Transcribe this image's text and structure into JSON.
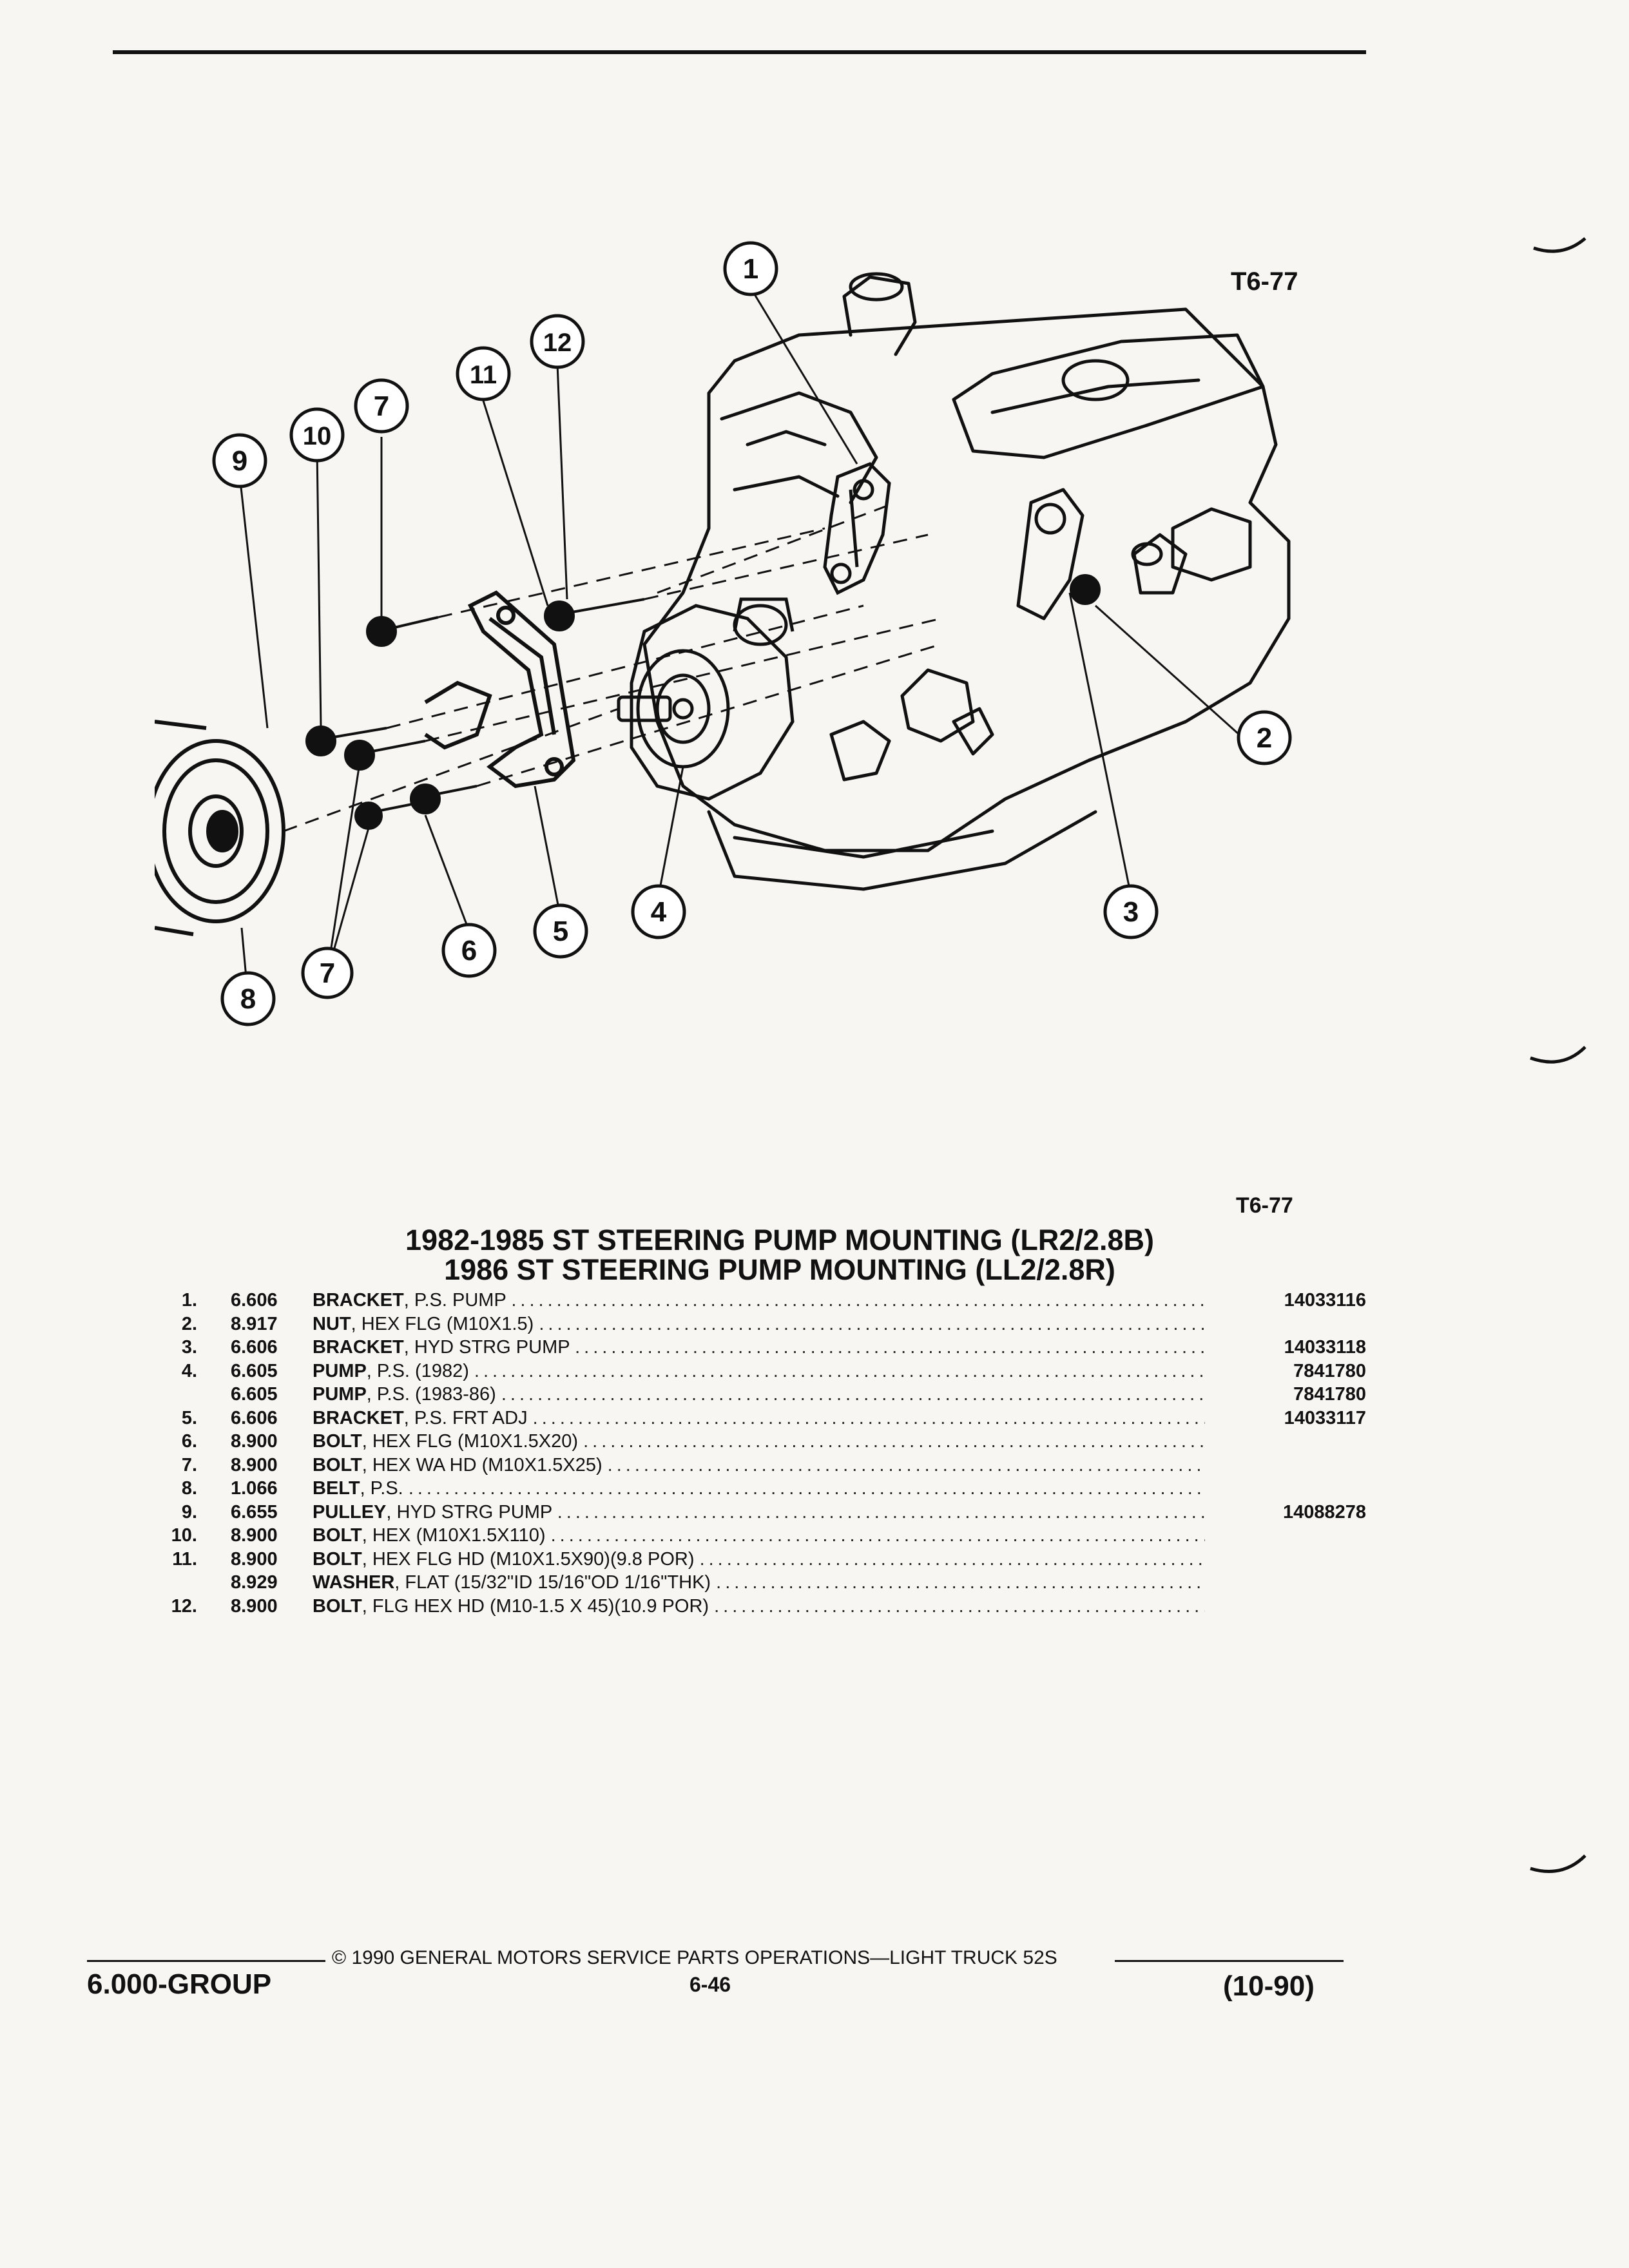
{
  "figure_code": "T6-77",
  "figure_code_caption": "T6-77",
  "title_line1": "1982-1985 ST STEERING PUMP MOUNTING (LR2/2.8B)",
  "title_line2": "1986 ST STEERING PUMP MOUNTING (LL2/2.8R)",
  "callouts": [
    "1",
    "2",
    "3",
    "4",
    "5",
    "6",
    "7",
    "7",
    "8",
    "9",
    "10",
    "11",
    "12"
  ],
  "parts": [
    {
      "no": "1.",
      "group": "6.606",
      "name": "BRACKET",
      "detail": ", P.S. PUMP",
      "part": "14033116"
    },
    {
      "no": "2.",
      "group": "8.917",
      "name": "NUT",
      "detail": ", HEX FLG (M10X1.5)",
      "part": ""
    },
    {
      "no": "3.",
      "group": "6.606",
      "name": "BRACKET",
      "detail": ", HYD STRG PUMP",
      "part": "14033118"
    },
    {
      "no": "4.",
      "group": "6.605",
      "name": "PUMP",
      "detail": ", P.S. (1982)",
      "part": "7841780"
    },
    {
      "no": "",
      "group": "6.605",
      "name": "PUMP",
      "detail": ", P.S. (1983-86)",
      "part": "7841780"
    },
    {
      "no": "5.",
      "group": "6.606",
      "name": "BRACKET",
      "detail": ", P.S. FRT ADJ",
      "part": "14033117"
    },
    {
      "no": "6.",
      "group": "8.900",
      "name": "BOLT",
      "detail": ", HEX FLG (M10X1.5X20)",
      "part": ""
    },
    {
      "no": "7.",
      "group": "8.900",
      "name": "BOLT",
      "detail": ", HEX WA HD (M10X1.5X25)",
      "part": ""
    },
    {
      "no": "8.",
      "group": "1.066",
      "name": "BELT",
      "detail": ", P.S.",
      "part": ""
    },
    {
      "no": "9.",
      "group": "6.655",
      "name": "PULLEY",
      "detail": ", HYD STRG PUMP",
      "part": "14088278"
    },
    {
      "no": "10.",
      "group": "8.900",
      "name": "BOLT",
      "detail": ", HEX (M10X1.5X110)",
      "part": ""
    },
    {
      "no": "11.",
      "group": "8.900",
      "name": "BOLT",
      "detail": ", HEX FLG HD (M10X1.5X90)(9.8 POR)",
      "part": ""
    },
    {
      "no": "",
      "group": "8.929",
      "name": "WASHER",
      "detail": ", FLAT (15/32\"ID 15/16\"OD 1/16\"THK)",
      "part": ""
    },
    {
      "no": "12.",
      "group": "8.900",
      "name": "BOLT",
      "detail": ", FLG HEX HD (M10-1.5 X 45)(10.9 POR)",
      "part": ""
    }
  ],
  "footer": {
    "copyright": "© 1990 GENERAL MOTORS SERVICE PARTS OPERATIONS—LIGHT TRUCK 52S",
    "group": "6.000-GROUP",
    "page": "6-46",
    "date": "(10-90)"
  }
}
